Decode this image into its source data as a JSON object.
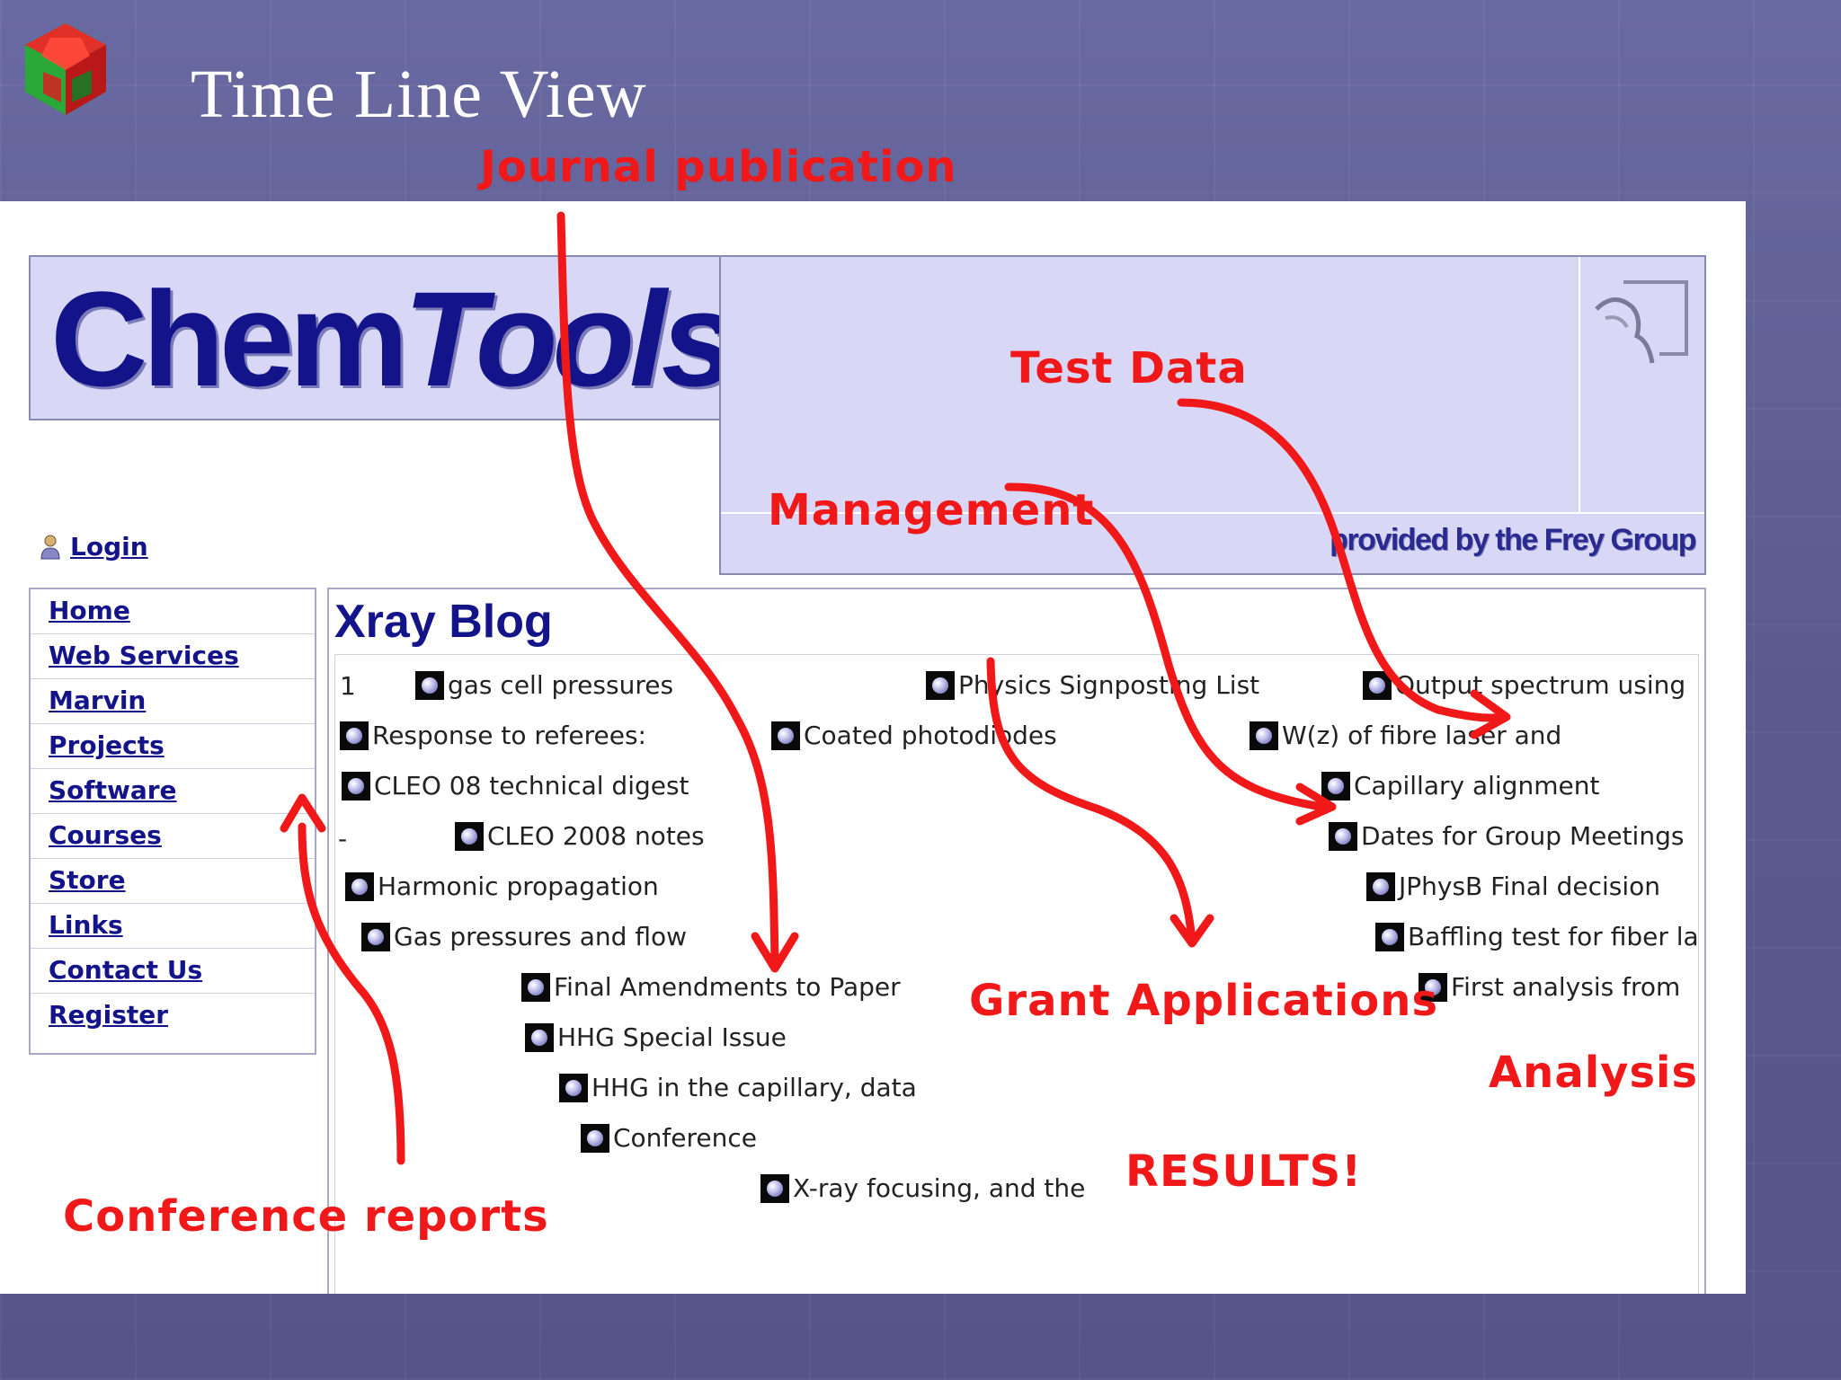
{
  "slide": {
    "title": "Time Line View"
  },
  "site": {
    "brand_plain": "Chem",
    "brand_italic": "Tools",
    "provided_by": "provided by the Frey Group",
    "login": "Login"
  },
  "nav": {
    "items": [
      {
        "label": "Home"
      },
      {
        "label": "Web Services"
      },
      {
        "label": "Marvin"
      },
      {
        "label": "Projects"
      },
      {
        "label": "Software"
      },
      {
        "label": "Courses"
      },
      {
        "label": "Store"
      },
      {
        "label": "Links"
      },
      {
        "label": "Contact Us"
      },
      {
        "label": "Register"
      }
    ]
  },
  "blog": {
    "title": "Xray Blog",
    "marker_1": "1",
    "marker_dash": "-",
    "entries": [
      {
        "label": "gas cell pressures"
      },
      {
        "label": "Physics Signposting List"
      },
      {
        "label": "Output spectrum using"
      },
      {
        "label": "Response to referees:"
      },
      {
        "label": "Coated photodiodes"
      },
      {
        "label": "W(z) of fibre laser and"
      },
      {
        "label": "CLEO 08 technical digest"
      },
      {
        "label": "Capillary alignment"
      },
      {
        "label": "CLEO 2008 notes"
      },
      {
        "label": "Dates for Group Meetings"
      },
      {
        "label": "Harmonic propagation"
      },
      {
        "label": "JPhysB Final decision"
      },
      {
        "label": "Gas pressures and flow"
      },
      {
        "label": "Baffling test for fiber la"
      },
      {
        "label": "Final Amendments to Paper"
      },
      {
        "label": "First analysis from"
      },
      {
        "label": "HHG Special Issue"
      },
      {
        "label": "HHG in the capillary, data"
      },
      {
        "label": "Conference"
      },
      {
        "label": "X-ray focusing, and the"
      }
    ]
  },
  "annotations": {
    "journal": "Journal publication",
    "test_data": "Test Data",
    "management": "Management",
    "grant": "Grant Applications",
    "analysis": "Analysis",
    "results": "RESULTS!",
    "conference": "Conference reports"
  },
  "colors": {
    "annotation": "#f01818",
    "link": "#14148a",
    "banner": "#d8d8f6"
  }
}
